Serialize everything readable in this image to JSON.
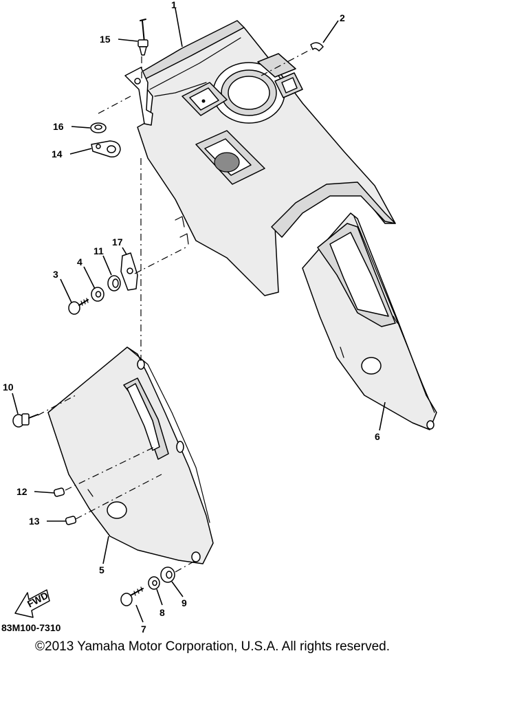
{
  "diagram": {
    "callouts": [
      {
        "id": "c1",
        "label": "1"
      },
      {
        "id": "c2",
        "label": "2"
      },
      {
        "id": "c3",
        "label": "3"
      },
      {
        "id": "c4",
        "label": "4"
      },
      {
        "id": "c5",
        "label": "5"
      },
      {
        "id": "c6",
        "label": "6"
      },
      {
        "id": "c7",
        "label": "7"
      },
      {
        "id": "c8",
        "label": "8"
      },
      {
        "id": "c9",
        "label": "9"
      },
      {
        "id": "c10",
        "label": "10"
      },
      {
        "id": "c11",
        "label": "11"
      },
      {
        "id": "c12",
        "label": "12"
      },
      {
        "id": "c13",
        "label": "13"
      },
      {
        "id": "c14",
        "label": "14"
      },
      {
        "id": "c15",
        "label": "15"
      },
      {
        "id": "c16",
        "label": "16"
      },
      {
        "id": "c17",
        "label": "17"
      }
    ],
    "fwd_label": "FWD",
    "diagram_code": "83M100-7310"
  },
  "footer": {
    "copyright": "©2013 Yamaha Motor Corporation, U.S.A. All rights reserved."
  }
}
